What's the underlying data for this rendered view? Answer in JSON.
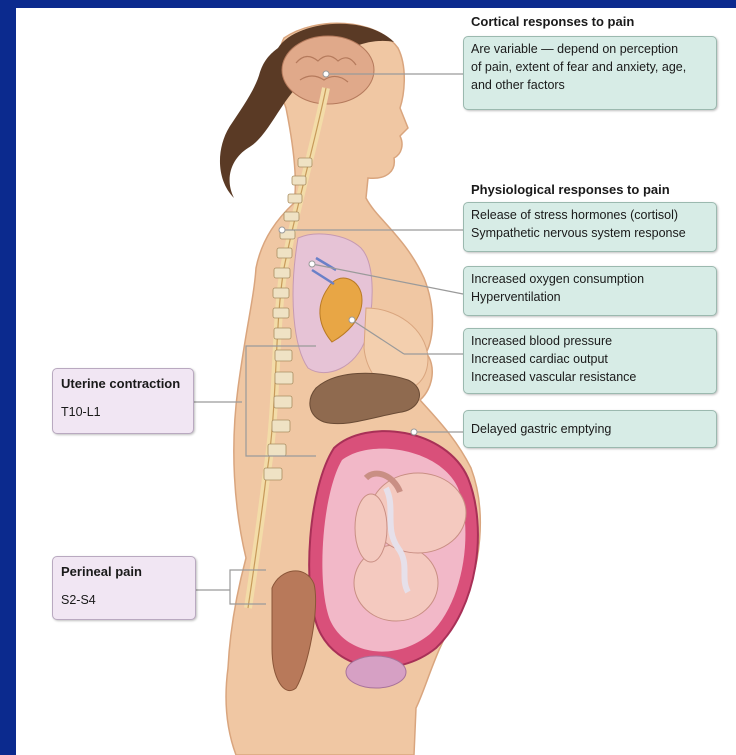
{
  "cortical": {
    "heading": "Cortical responses to pain",
    "lines": [
      "Are variable — depend on perception",
      "of pain, extent of fear and anxiety, age,",
      "and other factors"
    ]
  },
  "physiological": {
    "heading": "Physiological responses to pain",
    "box1": [
      "Release of stress hormones (cortisol)",
      "Sympathetic nervous system response"
    ],
    "box2": [
      "Increased oxygen consumption",
      "Hyperventilation"
    ],
    "box3": [
      "Increased blood pressure",
      "Increased cardiac output",
      "Increased vascular resistance"
    ],
    "box4": [
      "Delayed gastric emptying"
    ]
  },
  "uterine": {
    "title": "Uterine contraction",
    "segments": "T10-L1"
  },
  "perineal": {
    "title": "Perineal pain",
    "segments": "S2-S4"
  },
  "colors": {
    "background": "#0b2a8e",
    "response_box": "#d7ece6",
    "pain_box": "#f1e6f3",
    "skin": "#f0c7a3"
  }
}
